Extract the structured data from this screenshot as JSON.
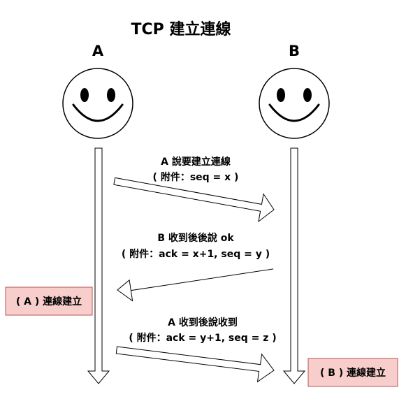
{
  "title": "TCP 建立連線",
  "parties": {
    "a": "A",
    "b": "B"
  },
  "messages": [
    {
      "line1": "A 說要建立連線",
      "line2": "( 附件：seq = x )"
    },
    {
      "line1": "B 收到後後說 ok",
      "line2": "( 附件：ack = x+1, seq = y )"
    },
    {
      "line1": "A 收到後說收到",
      "line2": "( 附件：ack = y+1, seq = z )"
    }
  ],
  "badges": {
    "a": "( A ) 連線建立",
    "b": "( B ) 連線建立"
  },
  "colors": {
    "badge_fill": "#f8cecc",
    "badge_border": "#b85450",
    "stroke": "#000000",
    "fill": "#ffffff"
  }
}
